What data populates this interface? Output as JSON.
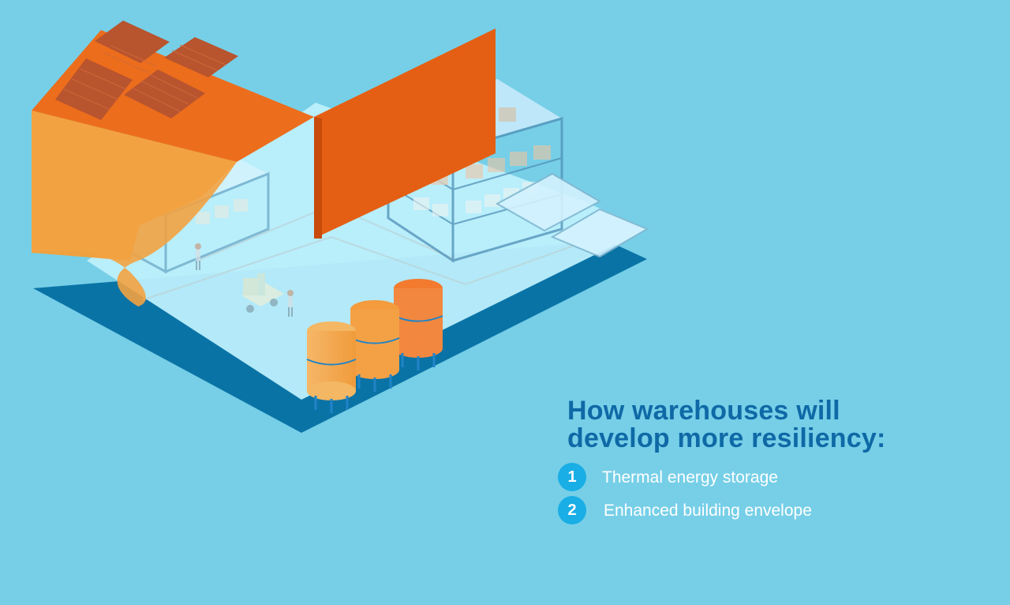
{
  "headline": {
    "line1": "How warehouses will",
    "line2": "develop more resiliency:"
  },
  "list": [
    {
      "number": "1",
      "label": "Thermal energy storage"
    },
    {
      "number": "2",
      "label": "Enhanced building envelope"
    }
  ],
  "colors": {
    "background": "#76cfe7",
    "headline": "#0f69a6",
    "badge": "#19aee5",
    "text": "#ffffff",
    "building_orange": "#e86c1e",
    "floor": "#bdeffc",
    "foundation": "#0a73a6"
  },
  "icons": {
    "badge1": "number-badge",
    "badge2": "number-badge",
    "solar_panels": "solar-panel-icon",
    "tanks": "thermal-storage-tank-icon",
    "forklift": "forklift-icon",
    "workers": "worker-icon"
  }
}
